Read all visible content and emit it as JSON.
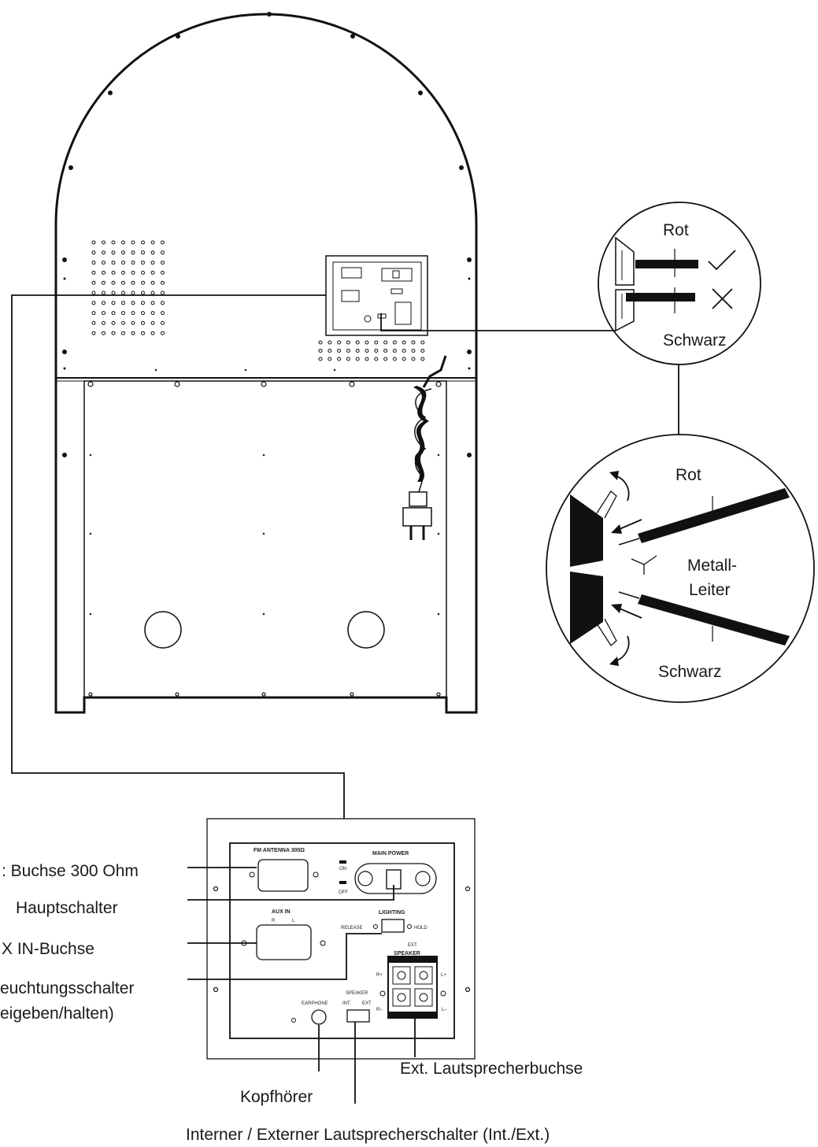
{
  "detail_upper": {
    "label_red": "Rot",
    "label_black": "Schwarz"
  },
  "detail_lower": {
    "label_red": "Rot",
    "label_conductor_line1": "Metall-",
    "label_conductor_line2": "Leiter",
    "label_black": "Schwarz"
  },
  "panel": {
    "fm_antenna": "FM ANTENNA 300Ω",
    "main_power": "MAIN POWER",
    "on": "ON",
    "off": "OFF",
    "aux_in": "AUX IN",
    "aux_r": "R",
    "aux_l": "L",
    "lighting": "LIGHTING",
    "release": "RELEASE",
    "hold": "HOLD",
    "ext_speaker_line1": "EXT.",
    "ext_speaker_line2": "SPEAKER",
    "r_plus": "R+",
    "r_minus": "R–",
    "l_plus": "L+",
    "l_minus": "L–",
    "earphone": "EARPHONE",
    "speaker_line1": "SPEAKER",
    "speaker_int": "INT.",
    "speaker_ext": "EXT"
  },
  "callouts": {
    "antenna": ": Buchse 300 Ohm",
    "main_switch": "Hauptschalter",
    "aux_in": "X IN-Buchse",
    "lighting_line1": "euchtungsschalter",
    "lighting_line2": "eigeben/halten)",
    "ext_speaker_jack": "Ext. Lautsprecherbuchse",
    "headphones": "Kopfhörer",
    "speaker_switch": "Interner / Externer Lautsprecherschalter (Int./Ext.)"
  }
}
